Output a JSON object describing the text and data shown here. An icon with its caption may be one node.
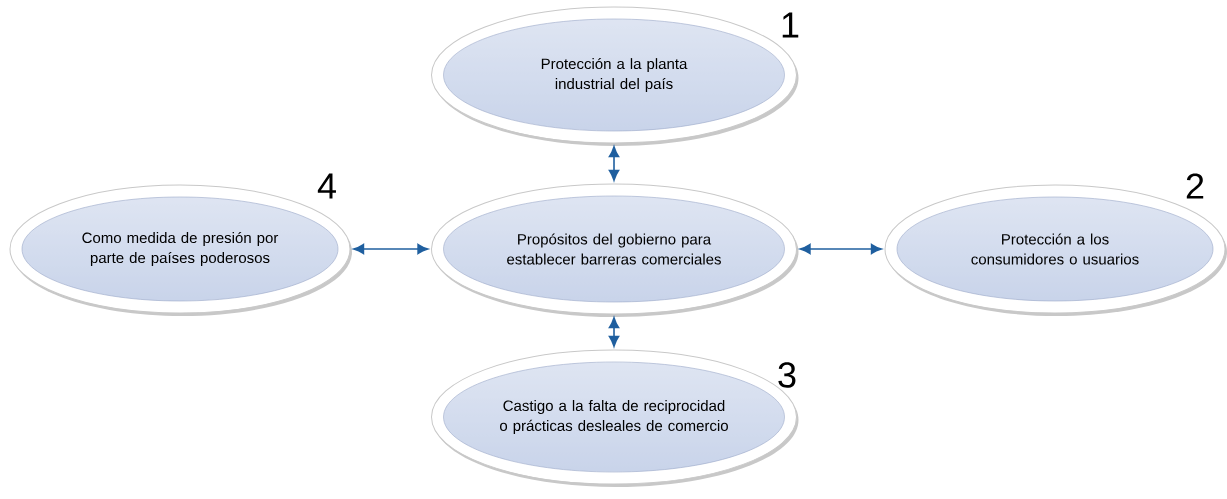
{
  "diagram": {
    "nodes": [
      {
        "text": [
          "Propósitos del gobierno para establecer barreras comerciales"
        ]
      },
      {
        "text": [
          "Protección a la planta industrial del país"
        ],
        "beside": [
          "1"
        ]
      },
      {
        "text": [
          "Protección a los consumidores o usuarios"
        ],
        "beside": [
          "2"
        ]
      },
      {
        "text": [
          "Castigo a la falta de reciprocidad o prácticas desleales de comercio"
        ],
        "beside": [
          "3"
        ]
      },
      {
        "text": [
          "Como medida de presión por parte de países poderosos"
        ],
        "beside": [
          "4"
        ]
      }
    ],
    "edges": [
      {
        "from": 0,
        "to": 1,
        "arrow": "both"
      },
      {
        "from": 0,
        "to": 2,
        "arrow": "both"
      },
      {
        "from": 0,
        "to": 3,
        "arrow": "both"
      },
      {
        "from": 0,
        "to": 4,
        "arrow": "both"
      }
    ]
  }
}
